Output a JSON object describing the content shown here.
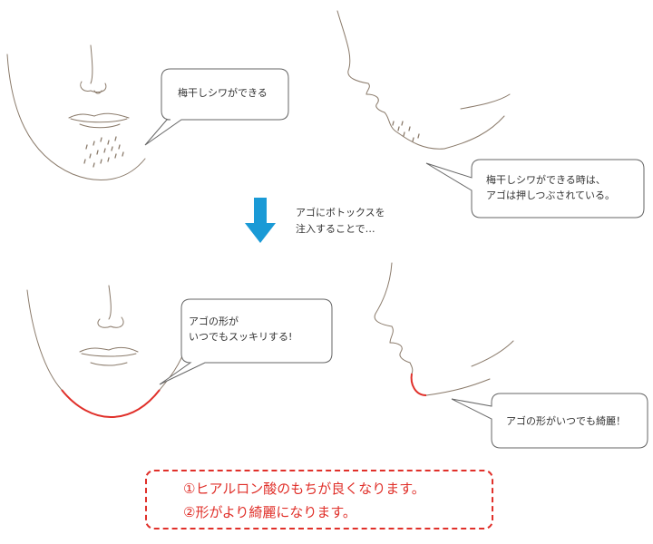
{
  "bubbles": {
    "top_left": "梅干しシワができる",
    "top_right": "梅干しシワができる時は、\nアゴは押しつぶされている。",
    "bottom_left": "アゴの形が\nいつでもスッキリする!",
    "bottom_right": "アゴの形がいつでも綺麗！"
  },
  "arrow_caption": "アゴにボトックスを\n注入することで…",
  "summary": {
    "line1": "①ヒアルロン酸のもちが良くなります。",
    "line2": "②形がより綺麗になります。"
  },
  "colors": {
    "line": "#8a7a6a",
    "accent_red": "#e0302a",
    "arrow_blue": "#1a9ad6"
  }
}
